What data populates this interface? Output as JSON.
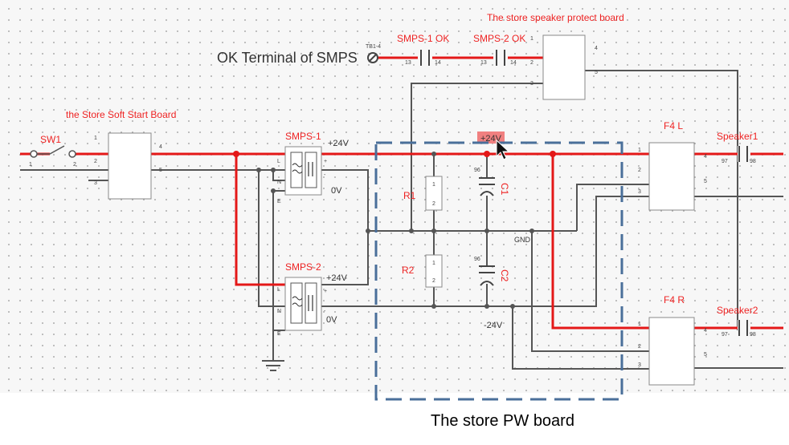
{
  "ok_terminal": {
    "label": "OK Terminal of SMPS",
    "tag": "TB1-4"
  },
  "protect_board": {
    "title": "The store speaker protect board",
    "pins": [
      "1",
      "2",
      "3",
      "4",
      "5"
    ]
  },
  "soft_start": {
    "title": "the Store Soft Start Board",
    "pins": [
      "1",
      "2",
      "3",
      "4",
      "5"
    ]
  },
  "sw1": {
    "label": "SW1",
    "pins": [
      "1",
      "2"
    ]
  },
  "smps1": {
    "label": "SMPS-1",
    "v_plus": "+24V",
    "v_zero": "0V",
    "pins": [
      "L",
      "N",
      "E",
      "+",
      "-"
    ]
  },
  "smps2": {
    "label": "SMPS-2",
    "v_plus": "+24V",
    "v_zero": "0V",
    "pins": [
      "L",
      "N",
      "E",
      "+",
      "-"
    ]
  },
  "smps1_ok": {
    "label": "SMPS-1 OK",
    "pins": [
      "13",
      "14"
    ]
  },
  "smps2_ok": {
    "label": "SMPS-2 OK",
    "pins": [
      "13",
      "14"
    ]
  },
  "r1": {
    "label": "R1",
    "pins": [
      "1",
      "2"
    ]
  },
  "r2": {
    "label": "R2",
    "pins": [
      "1",
      "2"
    ]
  },
  "c1": {
    "label": "C1",
    "pin": "96"
  },
  "c2": {
    "label": "C2",
    "pin": "96"
  },
  "rail_labels": {
    "plus": "+24V",
    "gnd": "GND",
    "minus": "-24V"
  },
  "f4l": {
    "label": "F4 L",
    "pins": [
      "1",
      "2",
      "3",
      "4",
      "5"
    ]
  },
  "f4r": {
    "label": "F4 R",
    "pins": [
      "1",
      "2",
      "3",
      "4",
      "5"
    ]
  },
  "speaker1": {
    "label": "Speaker1",
    "pins": [
      "97",
      "98"
    ]
  },
  "speaker2": {
    "label": "Speaker2",
    "pins": [
      "97",
      "98"
    ]
  },
  "caption": "The store PW board",
  "colors": {
    "wire": "#555555",
    "live": "#e41818",
    "board_outline": "#4a6f9a",
    "labels": "#ee2222"
  }
}
